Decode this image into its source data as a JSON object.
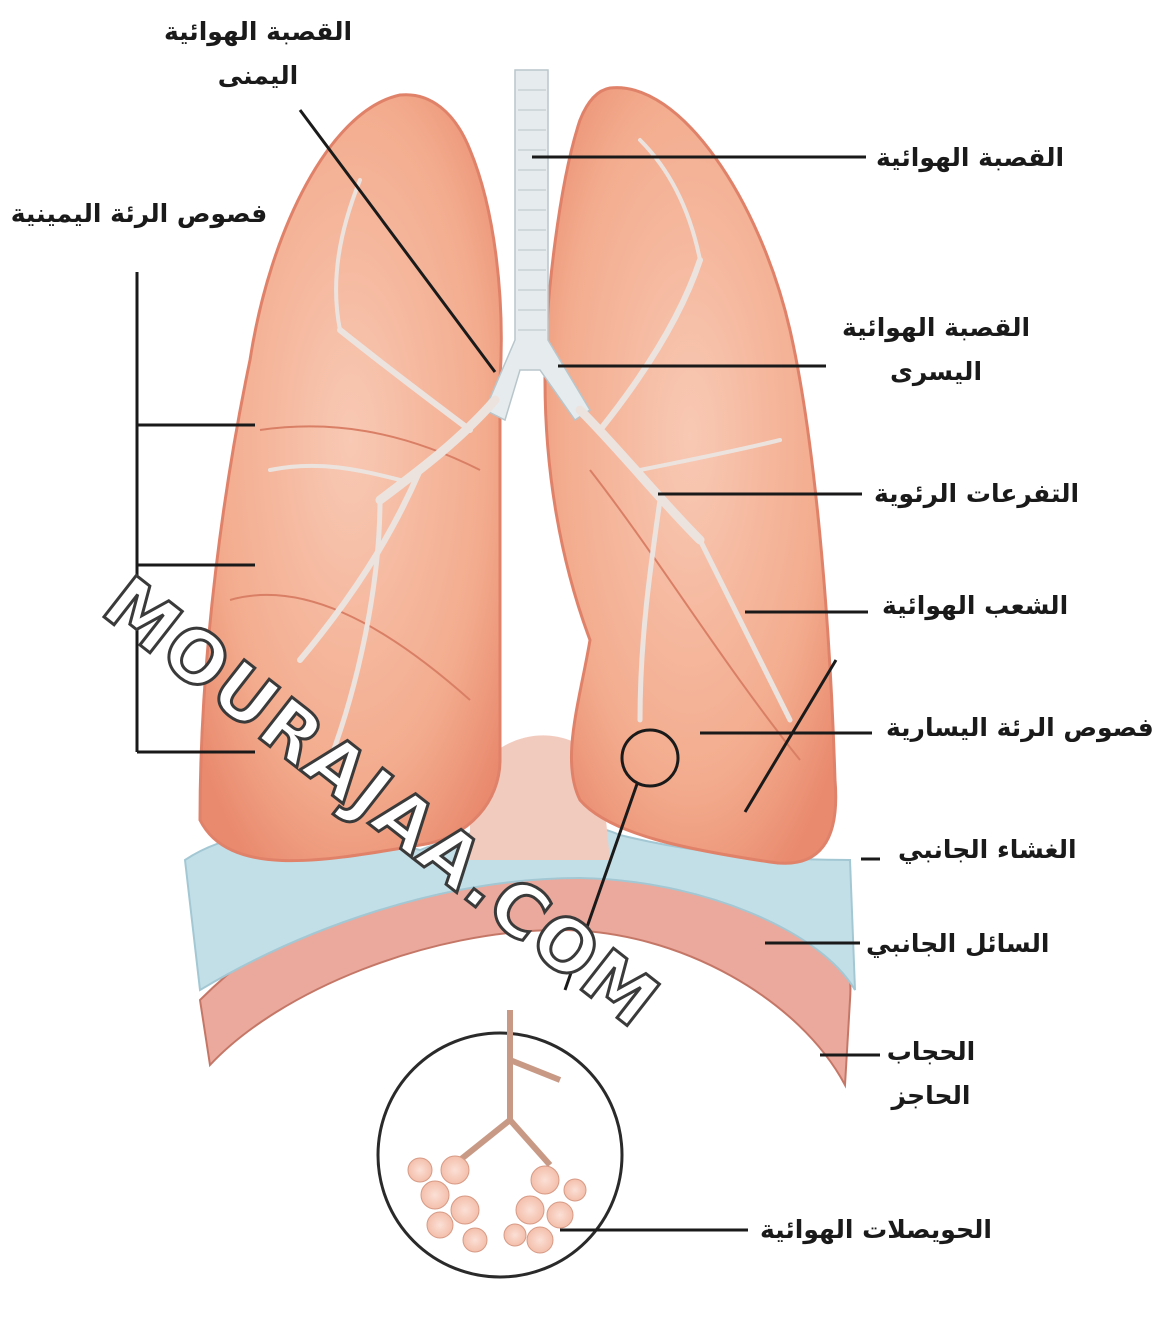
{
  "labels": {
    "right_bronchus": "القصبة الهوائية اليمنى",
    "right_lobes": "فصوص الرئة اليمينية",
    "trachea": "القصبة الهوائية",
    "left_bronchus": "القصبة الهوائية اليسرى",
    "bronchioles": "التفرعات الرئوية",
    "bronchi": "الشعب الهوائية",
    "left_lobes": "فصوص الرئة اليسارية",
    "pleura": "الغشاء الجانبي",
    "pleural_fluid": "السائل الجانبي",
    "diaphragm": "الحجاب الحاجز",
    "alveoli": "الحويصلات الهوائية"
  },
  "watermark": "MOURAJAA.COM",
  "colors": {
    "lung": "#f3a98a",
    "lung_edge": "#e7866a",
    "pleural_fluid": "#bfdde6",
    "diaphragm": "#e9a79a",
    "trachea": "#e3e9ec",
    "leader_line": "#1a1a1a"
  }
}
